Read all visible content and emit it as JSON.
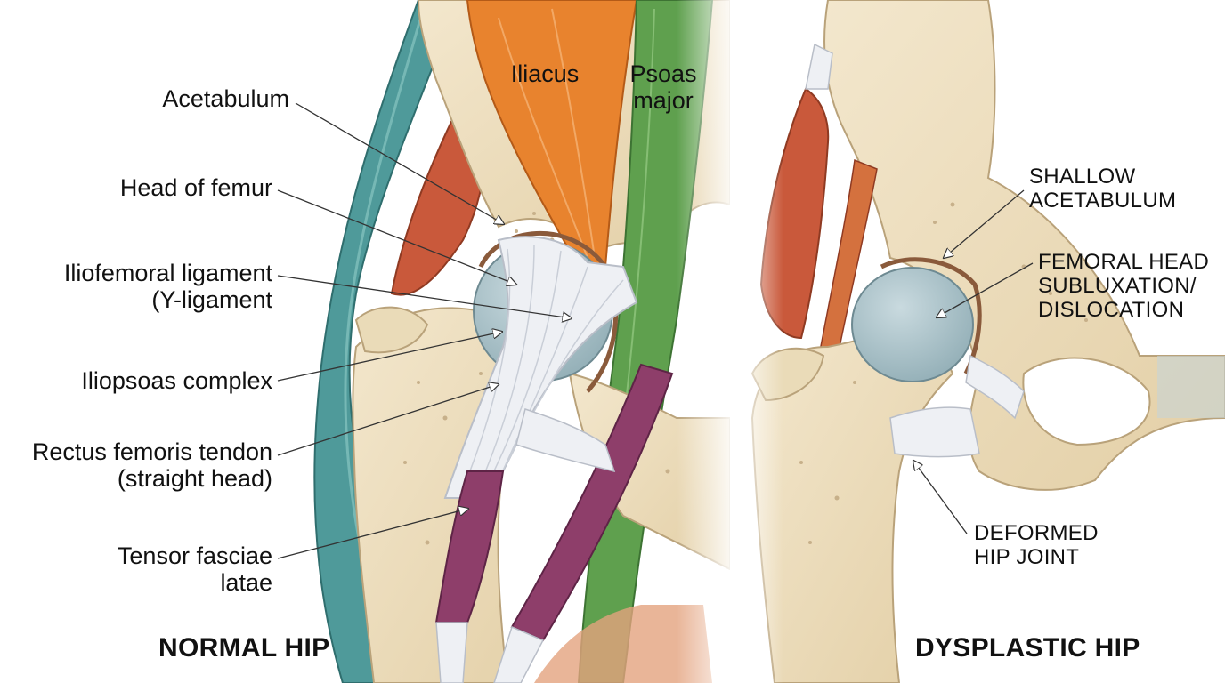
{
  "panels": {
    "normal": {
      "title": "NORMAL HIP",
      "muscle_labels": {
        "iliacus": [
          "Iliacus"
        ],
        "psoas_major": [
          "Psoas",
          "major"
        ]
      },
      "labels": {
        "acetabulum": [
          "Acetabulum"
        ],
        "head_of_femur": [
          "Head of femur"
        ],
        "iliofemoral_ligament": [
          "Iliofemoral ligament",
          "(Y-ligament"
        ],
        "iliopsoas_complex": [
          "Iliopsoas complex"
        ],
        "rectus_femoris_tendon": [
          "Rectus femoris tendon",
          "(straight head)"
        ],
        "tensor_fasciae_latae": [
          "Tensor fasciae",
          "latae"
        ]
      }
    },
    "dysplastic": {
      "title": "DYSPLASTIC HIP",
      "labels": {
        "shallow_acetabulum": [
          "SHALLOW",
          "ACETABULUM"
        ],
        "femoral_head_subluxation": [
          "FEMORAL HEAD",
          "SUBLUXATION/",
          "DISLOCATION"
        ],
        "deformed_hip_joint": [
          "DEFORMED",
          "HIP JOINT"
        ]
      }
    }
  },
  "colors": {
    "bone": "#EEDFC0",
    "bone_outline": "#B9A27A",
    "iliacus": "#E8832E",
    "psoas": "#5FA04E",
    "teal_muscle": "#4F9A9A",
    "red_muscle": "#C9593B",
    "purple_muscle": "#8E3E6A",
    "ligament": "#EEF0F4",
    "cartilage": "#A9C1C8"
  }
}
